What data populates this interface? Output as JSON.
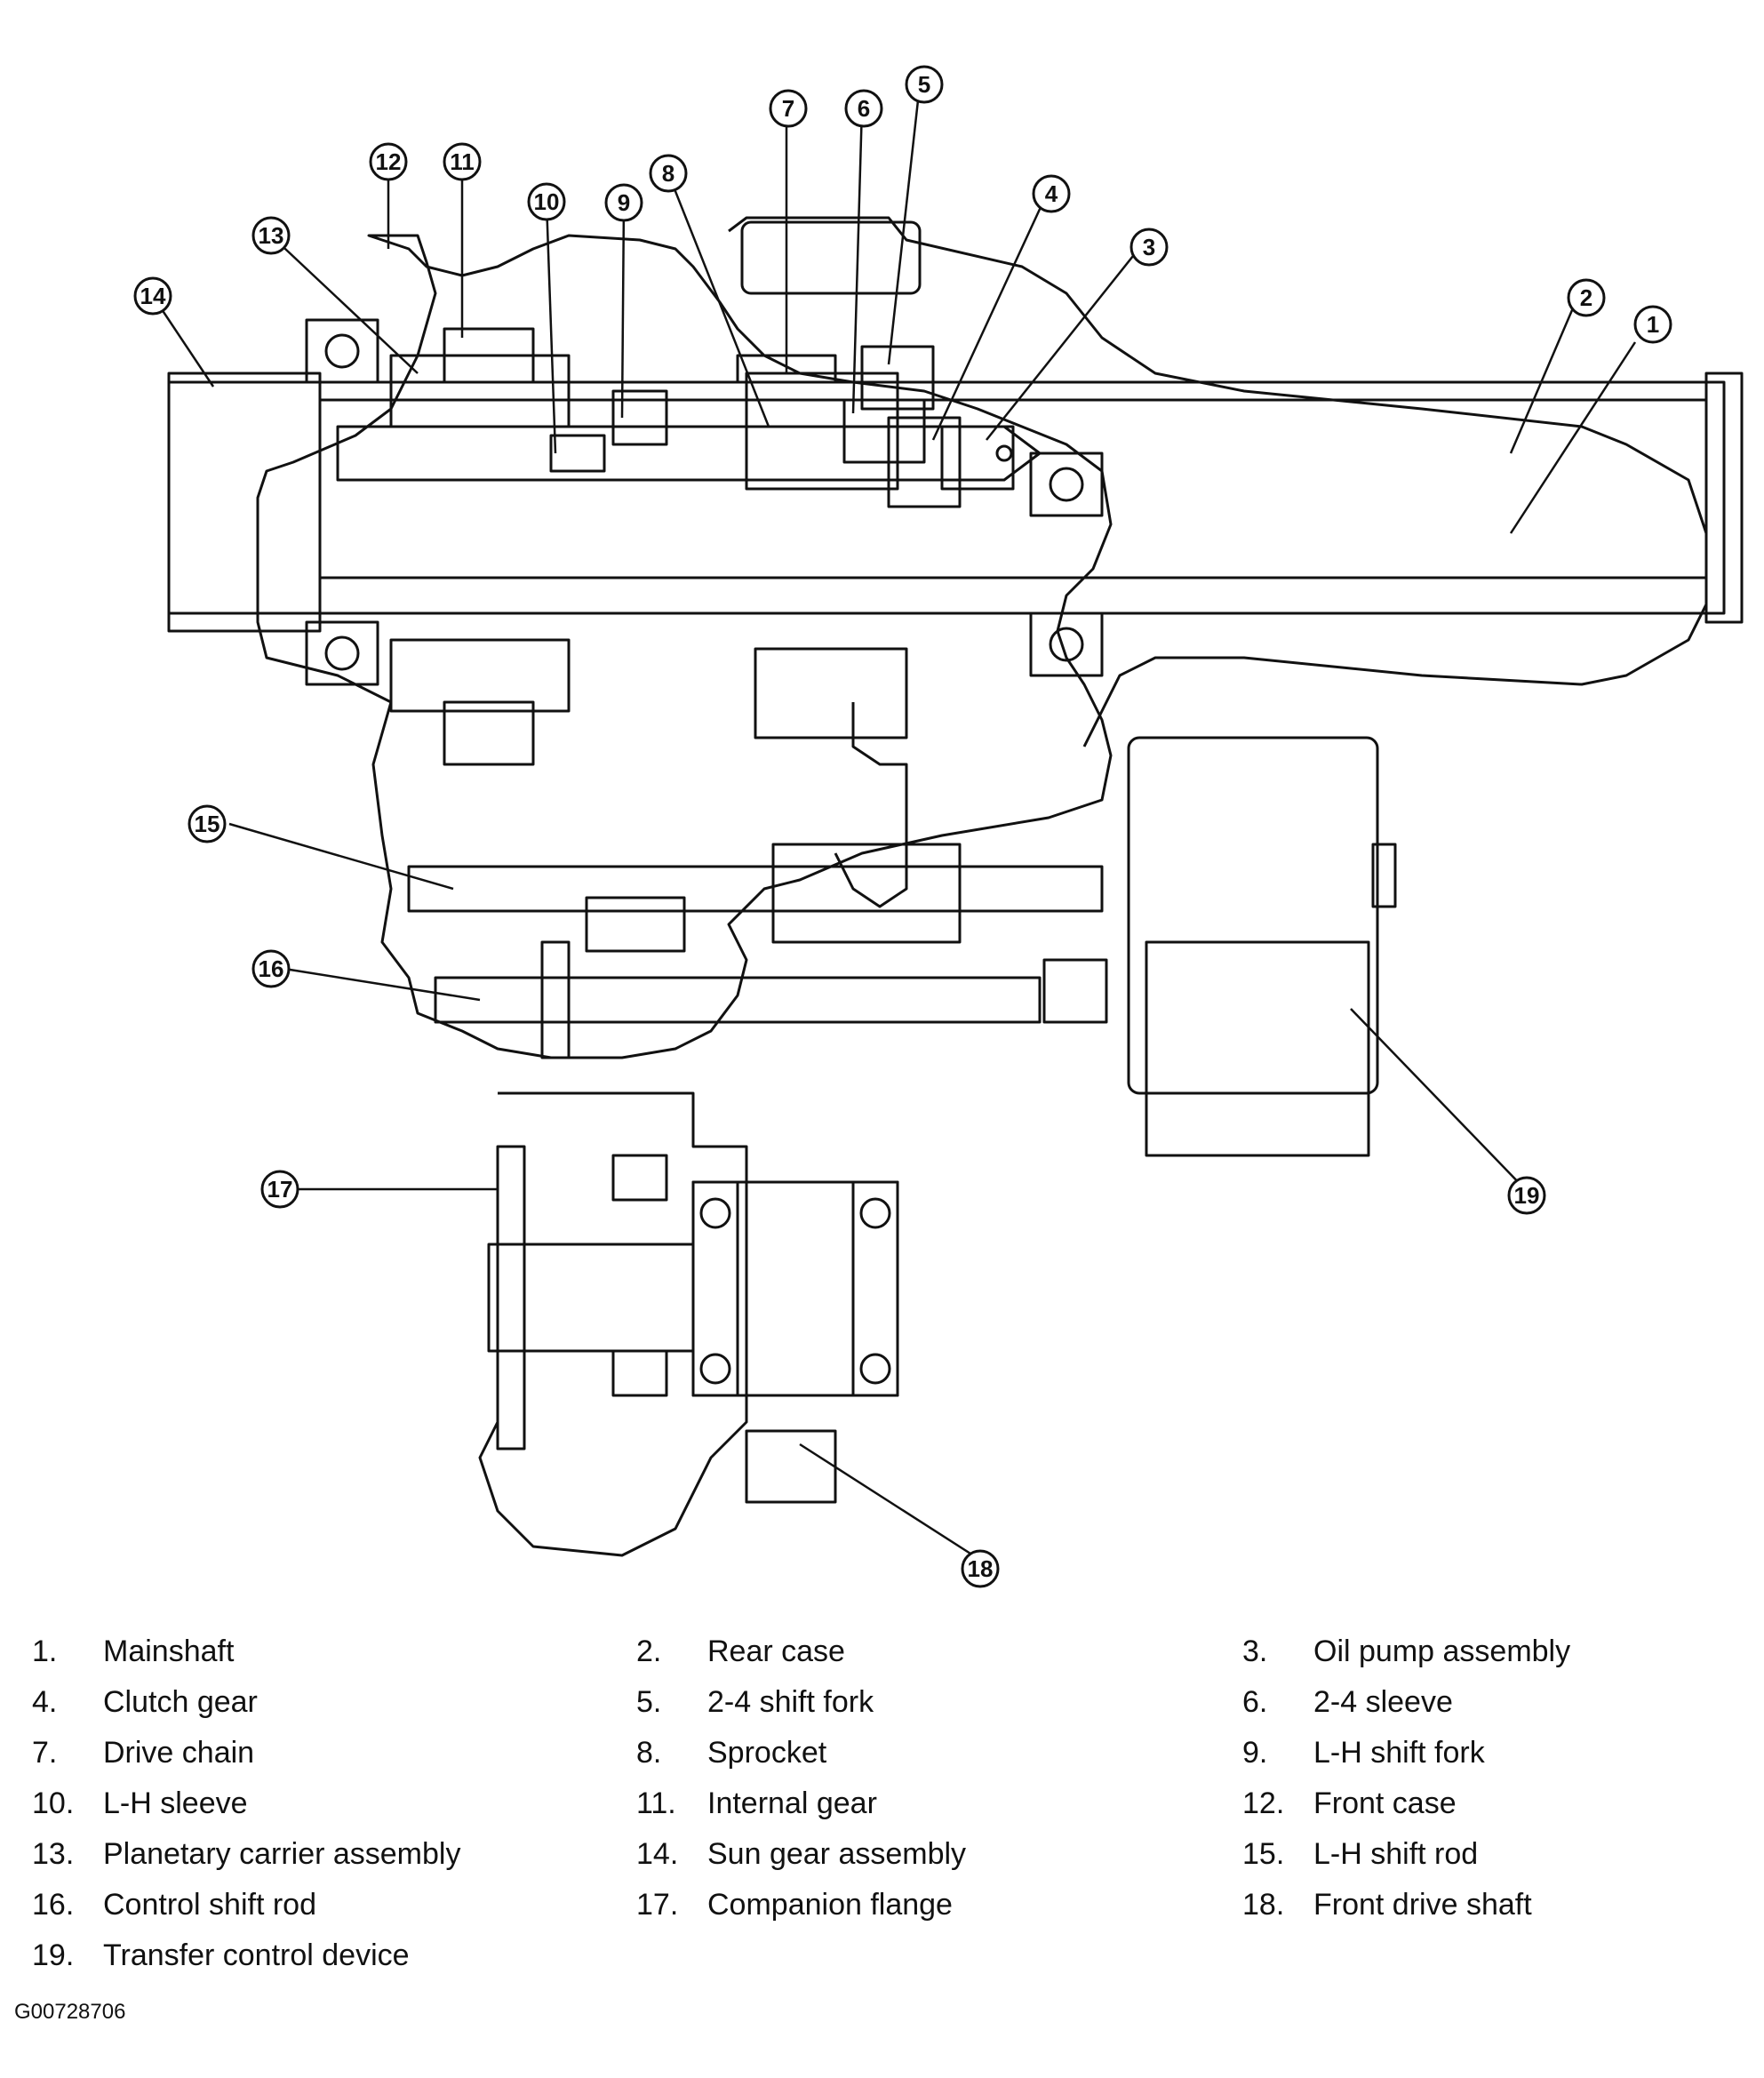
{
  "callouts": [
    "1",
    "2",
    "3",
    "4",
    "5",
    "6",
    "7",
    "8",
    "9",
    "10",
    "11",
    "12",
    "13",
    "14",
    "15",
    "16",
    "17",
    "18",
    "19"
  ],
  "legend": [
    {
      "num": "1.",
      "label": "Mainshaft"
    },
    {
      "num": "2.",
      "label": "Rear case"
    },
    {
      "num": "3.",
      "label": "Oil pump assembly"
    },
    {
      "num": "4.",
      "label": "Clutch gear"
    },
    {
      "num": "5.",
      "label": "2-4 shift fork"
    },
    {
      "num": "6.",
      "label": "2-4 sleeve"
    },
    {
      "num": "7.",
      "label": "Drive chain"
    },
    {
      "num": "8.",
      "label": "Sprocket"
    },
    {
      "num": "9.",
      "label": "L-H shift fork"
    },
    {
      "num": "10.",
      "label": "L-H sleeve"
    },
    {
      "num": "11.",
      "label": "Internal gear"
    },
    {
      "num": "12.",
      "label": "Front case"
    },
    {
      "num": "13.",
      "label": "Planetary carrier assembly"
    },
    {
      "num": "14.",
      "label": "Sun gear assembly"
    },
    {
      "num": "15.",
      "label": "L-H shift rod"
    },
    {
      "num": "16.",
      "label": "Control shift rod"
    },
    {
      "num": "17.",
      "label": "Companion flange"
    },
    {
      "num": "18.",
      "label": "Front drive shaft"
    },
    {
      "num": "19.",
      "label": "Transfer control device"
    }
  ],
  "figure_code": "G00728706"
}
